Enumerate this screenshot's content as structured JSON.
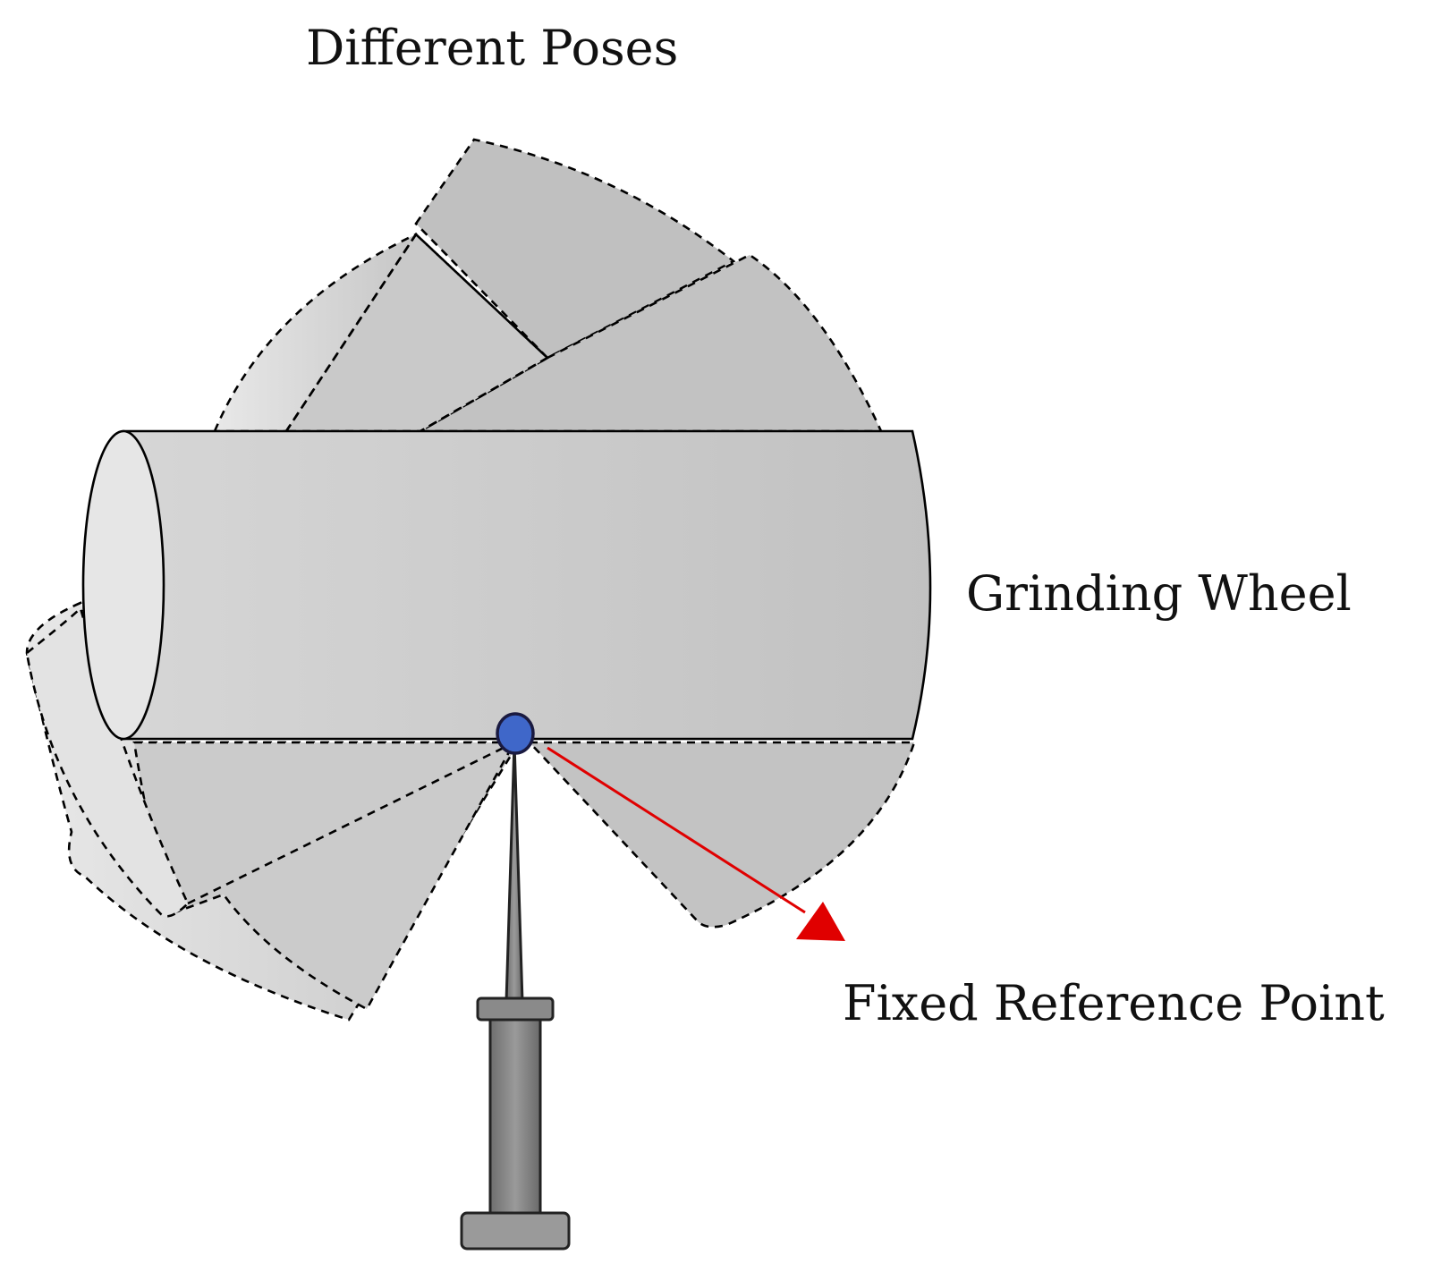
{
  "labels": {
    "top": "Different Poses",
    "wheel": "Grinding Wheel",
    "point": "Fixed Reference Point"
  },
  "colors": {
    "wheel_fill": "#c9c9c9",
    "wheel_face": "#e6e6e6",
    "pose_fill": "#c4c4c4",
    "pose_light": "#e2e2e2",
    "outline": "#000000",
    "arrow": "#e00000",
    "point_fill": "#3f67c9",
    "tool": "#7f7f7f"
  }
}
